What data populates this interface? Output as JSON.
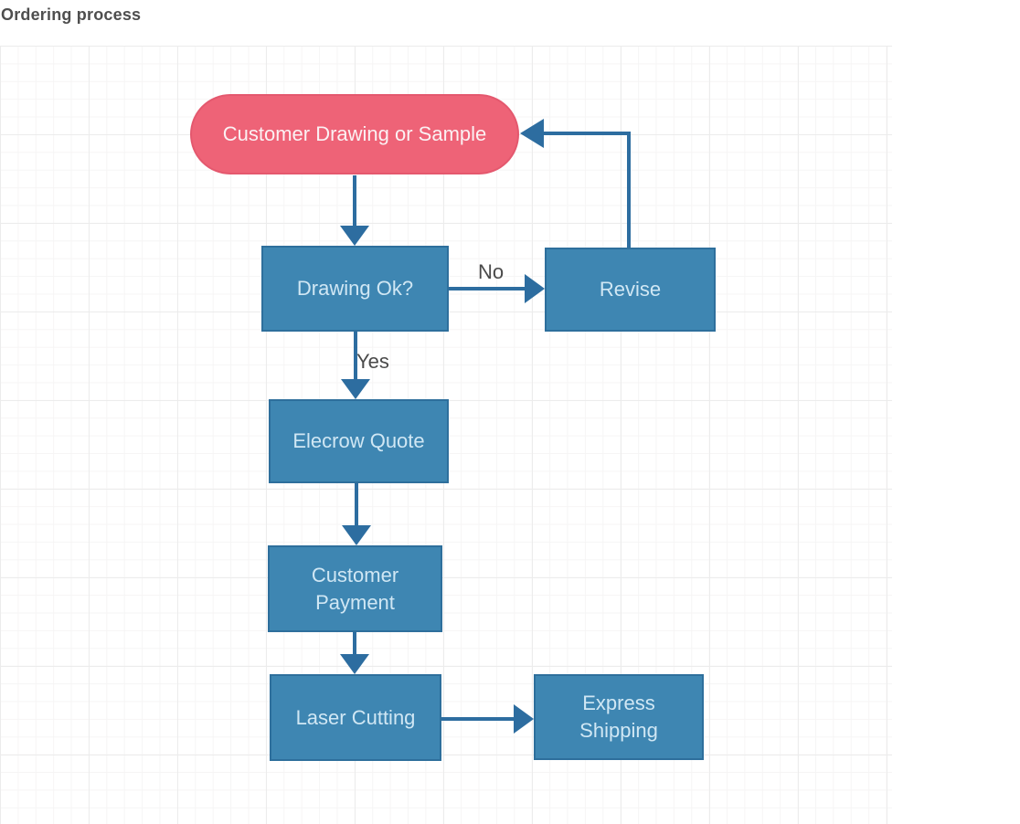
{
  "page": {
    "title": "Ordering process"
  },
  "diagram": {
    "nodes": [
      {
        "id": "customer-drawing",
        "type": "terminator",
        "label": "Customer Drawing or Sample"
      },
      {
        "id": "drawing-ok",
        "type": "process",
        "label": "Drawing Ok?"
      },
      {
        "id": "revise",
        "type": "process",
        "label": "Revise"
      },
      {
        "id": "elecrow-quote",
        "type": "process",
        "label": "Elecrow Quote"
      },
      {
        "id": "customer-payment",
        "type": "process",
        "label": "Customer Payment"
      },
      {
        "id": "laser-cutting",
        "type": "process",
        "label": "Laser Cutting"
      },
      {
        "id": "express-shipping",
        "type": "process",
        "label": "Express Shipping"
      }
    ],
    "edges": [
      {
        "from": "customer-drawing",
        "to": "drawing-ok",
        "label": ""
      },
      {
        "from": "drawing-ok",
        "to": "revise",
        "label": "No"
      },
      {
        "from": "drawing-ok",
        "to": "elecrow-quote",
        "label": "Yes"
      },
      {
        "from": "revise",
        "to": "customer-drawing",
        "label": ""
      },
      {
        "from": "elecrow-quote",
        "to": "customer-payment",
        "label": ""
      },
      {
        "from": "customer-payment",
        "to": "laser-cutting",
        "label": ""
      },
      {
        "from": "laser-cutting",
        "to": "express-shipping",
        "label": ""
      }
    ],
    "colors": {
      "terminator_fill": "#ee6377",
      "terminator_border": "#e4586e",
      "process_fill": "#3e86b2",
      "process_border": "#2e6f9c",
      "connector": "#2d6da0",
      "node_text": "#d0e7f4",
      "terminator_text": "#fbf1f3",
      "edge_label_text": "#4a4a4a",
      "title_text": "#4e4e4e"
    }
  }
}
